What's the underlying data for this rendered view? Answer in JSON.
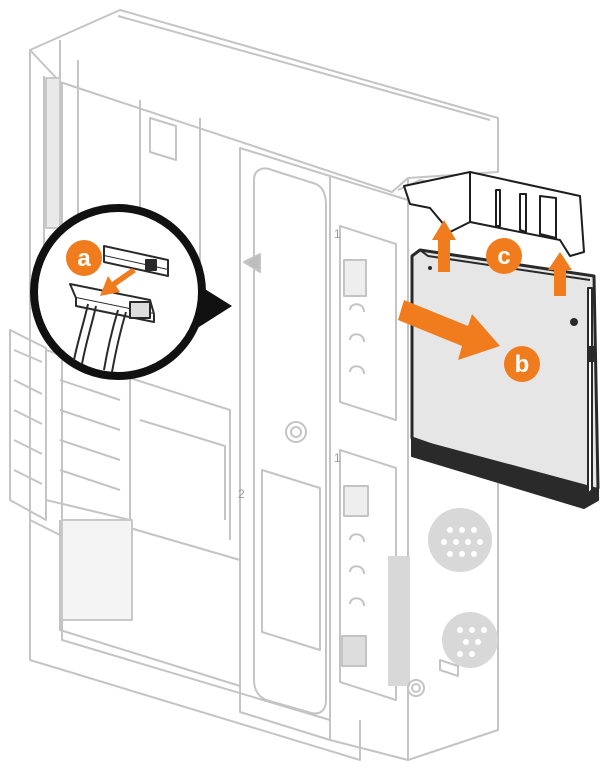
{
  "steps": {
    "a": "a",
    "b": "b",
    "c": "c"
  },
  "chassis_marks": {
    "top_slot": "1",
    "mid_slot": "2",
    "lower_slot": "1"
  },
  "colors": {
    "accent": "#f07c1e",
    "line": "#c8c8c8",
    "line_dark": "#a8a8a8",
    "drive_face": "#e6e6e6",
    "drive_edge": "#2a2a2a",
    "callout_ring": "#111111"
  }
}
